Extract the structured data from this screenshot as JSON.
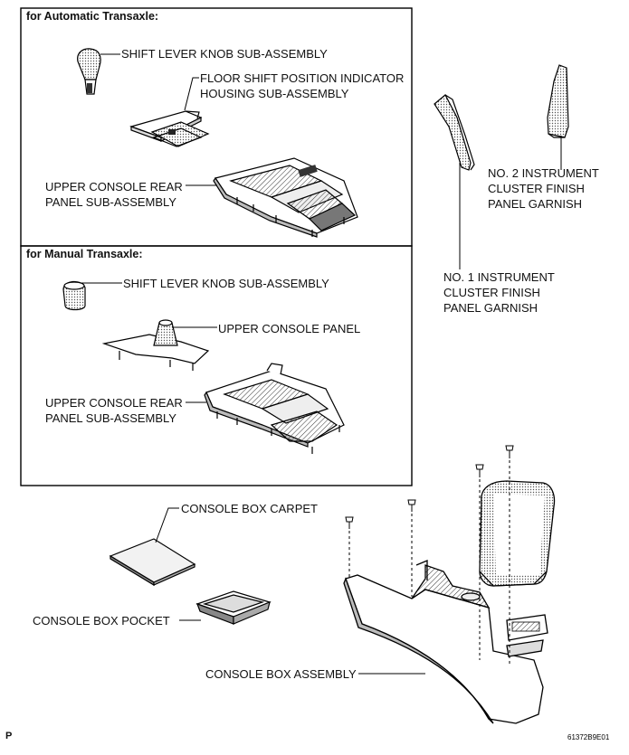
{
  "sections": {
    "automatic": {
      "header": "for Automatic Transaxle:",
      "labels": {
        "knob": "SHIFT LEVER KNOB SUB-ASSEMBLY",
        "indicator": "FLOOR SHIFT POSITION INDICATOR\nHOUSING SUB-ASSEMBLY",
        "rear_panel": "UPPER CONSOLE REAR\nPANEL SUB-ASSEMBLY"
      }
    },
    "manual": {
      "header": "for Manual Transaxle:",
      "labels": {
        "knob": "SHIFT LEVER KNOB SUB-ASSEMBLY",
        "upper_panel": "UPPER CONSOLE PANEL",
        "rear_panel": "UPPER CONSOLE REAR\nPANEL SUB-ASSEMBLY"
      }
    }
  },
  "labels": {
    "garnish_no2": "NO. 2 INSTRUMENT\nCLUSTER FINISH\nPANEL GARNISH",
    "garnish_no1": "NO. 1 INSTRUMENT\nCLUSTER FINISH\nPANEL GARNISH",
    "carpet": "CONSOLE BOX CARPET",
    "pocket": "CONSOLE BOX POCKET",
    "box_assembly": "CONSOLE BOX ASSEMBLY"
  },
  "footer": {
    "left": "P",
    "right": "61372B9E01"
  }
}
